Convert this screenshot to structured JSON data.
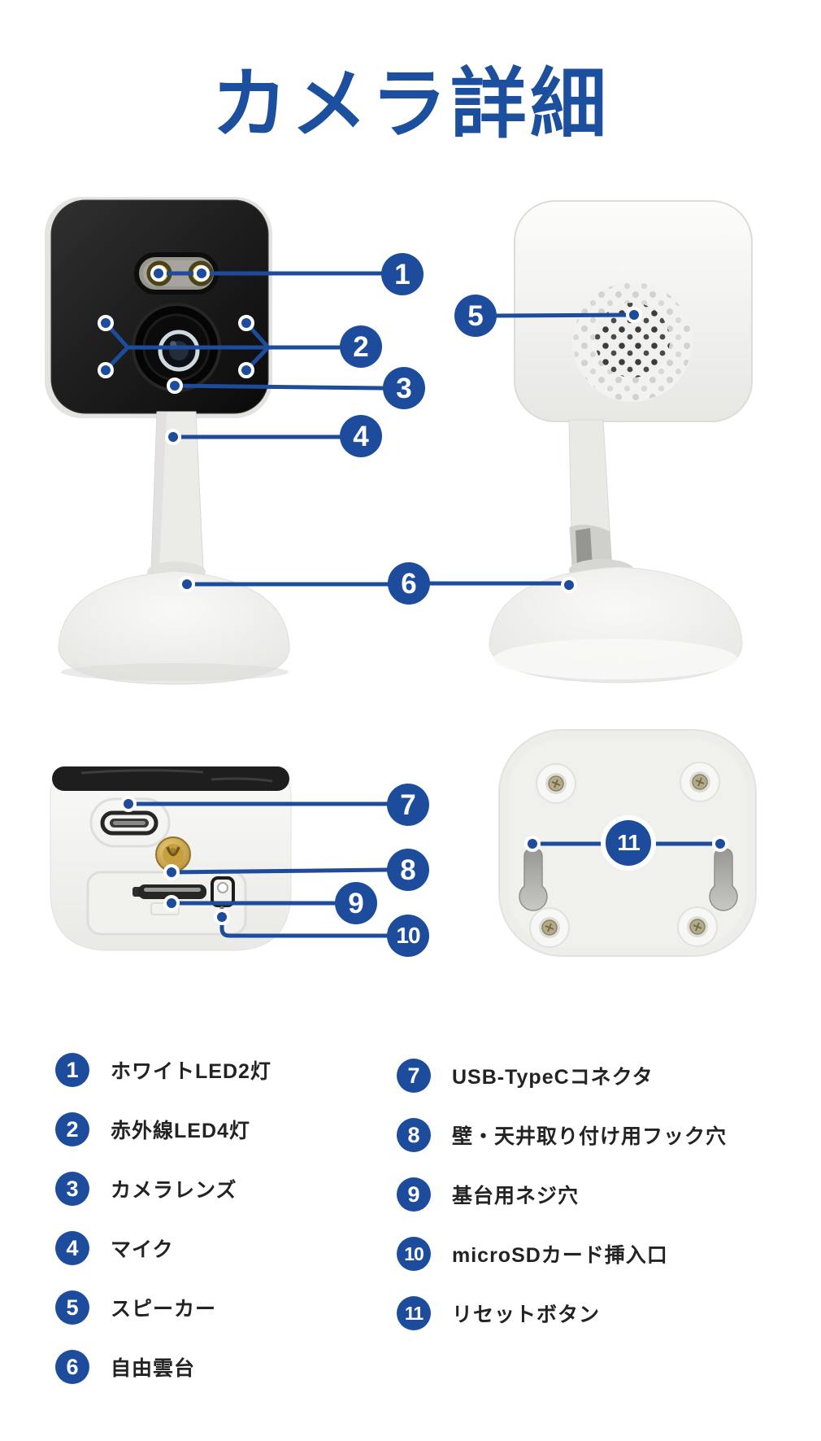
{
  "title": "カメラ詳細",
  "accent_color": "#1d4c9c",
  "title_color": "#1d4f9f",
  "legend": {
    "left": [
      {
        "num": "1",
        "label": "ホワイトLED2灯"
      },
      {
        "num": "2",
        "label": "赤外線LED4灯"
      },
      {
        "num": "3",
        "label": "カメラレンズ"
      },
      {
        "num": "4",
        "label": "マイク"
      },
      {
        "num": "5",
        "label": "スピーカー"
      },
      {
        "num": "6",
        "label": "自由雲台"
      }
    ],
    "right": [
      {
        "num": "7",
        "label": "USB-TypeCコネクタ"
      },
      {
        "num": "8",
        "label": "壁・天井取り付け用フック穴"
      },
      {
        "num": "9",
        "label": "基台用ネジ穴"
      },
      {
        "num": "10",
        "label": "microSDカード挿入口"
      },
      {
        "num": "11",
        "label": "リセットボタン"
      }
    ]
  },
  "views": {
    "front": "camera-front-view",
    "back": "camera-back-view",
    "bottom_ports": "camera-bottom-ports-view",
    "base_underside": "camera-base-underside-view"
  }
}
